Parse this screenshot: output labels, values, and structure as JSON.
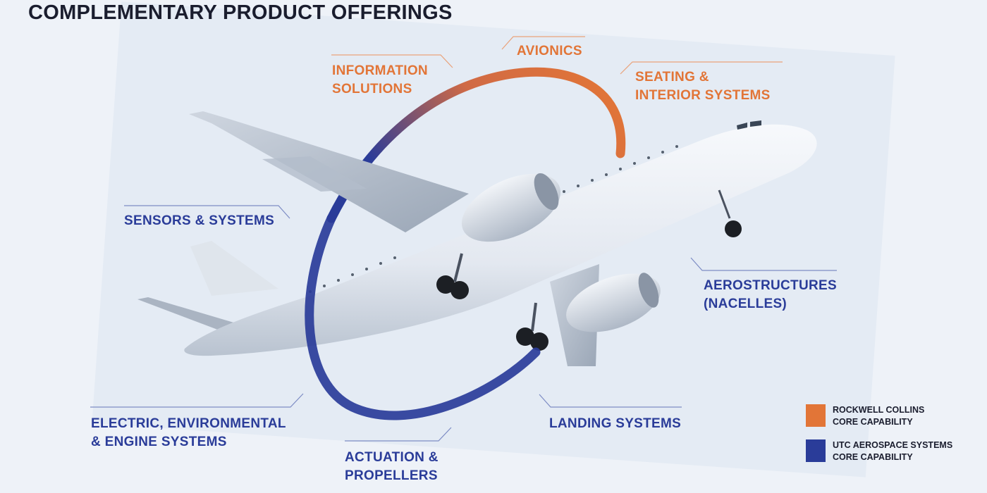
{
  "title": "COMPLEMENTARY PRODUCT OFFERINGS",
  "colors": {
    "rockwell_orange": "#e27537",
    "utc_blue": "#2a3c99"
  },
  "capabilities": [
    {
      "id": "information-solutions",
      "lines": [
        "INFORMATION",
        "SOLUTIONS"
      ],
      "group": "rockwell"
    },
    {
      "id": "avionics",
      "lines": [
        "AVIONICS"
      ],
      "group": "rockwell"
    },
    {
      "id": "seating-interior",
      "lines": [
        "SEATING &",
        "INTERIOR SYSTEMS"
      ],
      "group": "rockwell"
    },
    {
      "id": "sensors-systems",
      "lines": [
        "SENSORS & SYSTEMS"
      ],
      "group": "utc"
    },
    {
      "id": "aerostructures",
      "lines": [
        "AEROSTRUCTURES",
        "(NACELLES)"
      ],
      "group": "utc"
    },
    {
      "id": "electric-environmental",
      "lines": [
        "ELECTRIC, ENVIRONMENTAL",
        "& ENGINE SYSTEMS"
      ],
      "group": "utc"
    },
    {
      "id": "landing-systems",
      "lines": [
        "LANDING SYSTEMS"
      ],
      "group": "utc"
    },
    {
      "id": "actuation-propellers",
      "lines": [
        "ACTUATION &",
        "PROPELLERS"
      ],
      "group": "utc"
    }
  ],
  "legend": [
    {
      "lines": [
        "ROCKWELL COLLINS",
        "CORE CAPABILITY"
      ],
      "color": "#e27537"
    },
    {
      "lines": [
        "UTC AEROSPACE SYSTEMS",
        "CORE CAPABILITY"
      ],
      "color": "#2a3c99"
    }
  ]
}
